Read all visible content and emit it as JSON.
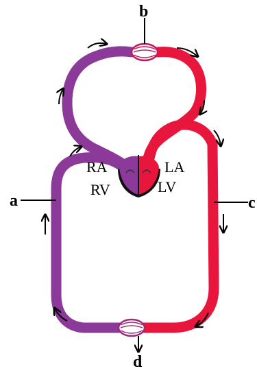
{
  "labels": {
    "a": "a",
    "b": "b",
    "c": "c",
    "d": "d",
    "ra": "RA",
    "rv": "RV",
    "la": "LA",
    "lv": "LV"
  },
  "colors": {
    "deoxygenated": "#8B3A9A",
    "oxygenated": "#E8163C",
    "heart_base": "#111111",
    "arrow": "#000000"
  }
}
